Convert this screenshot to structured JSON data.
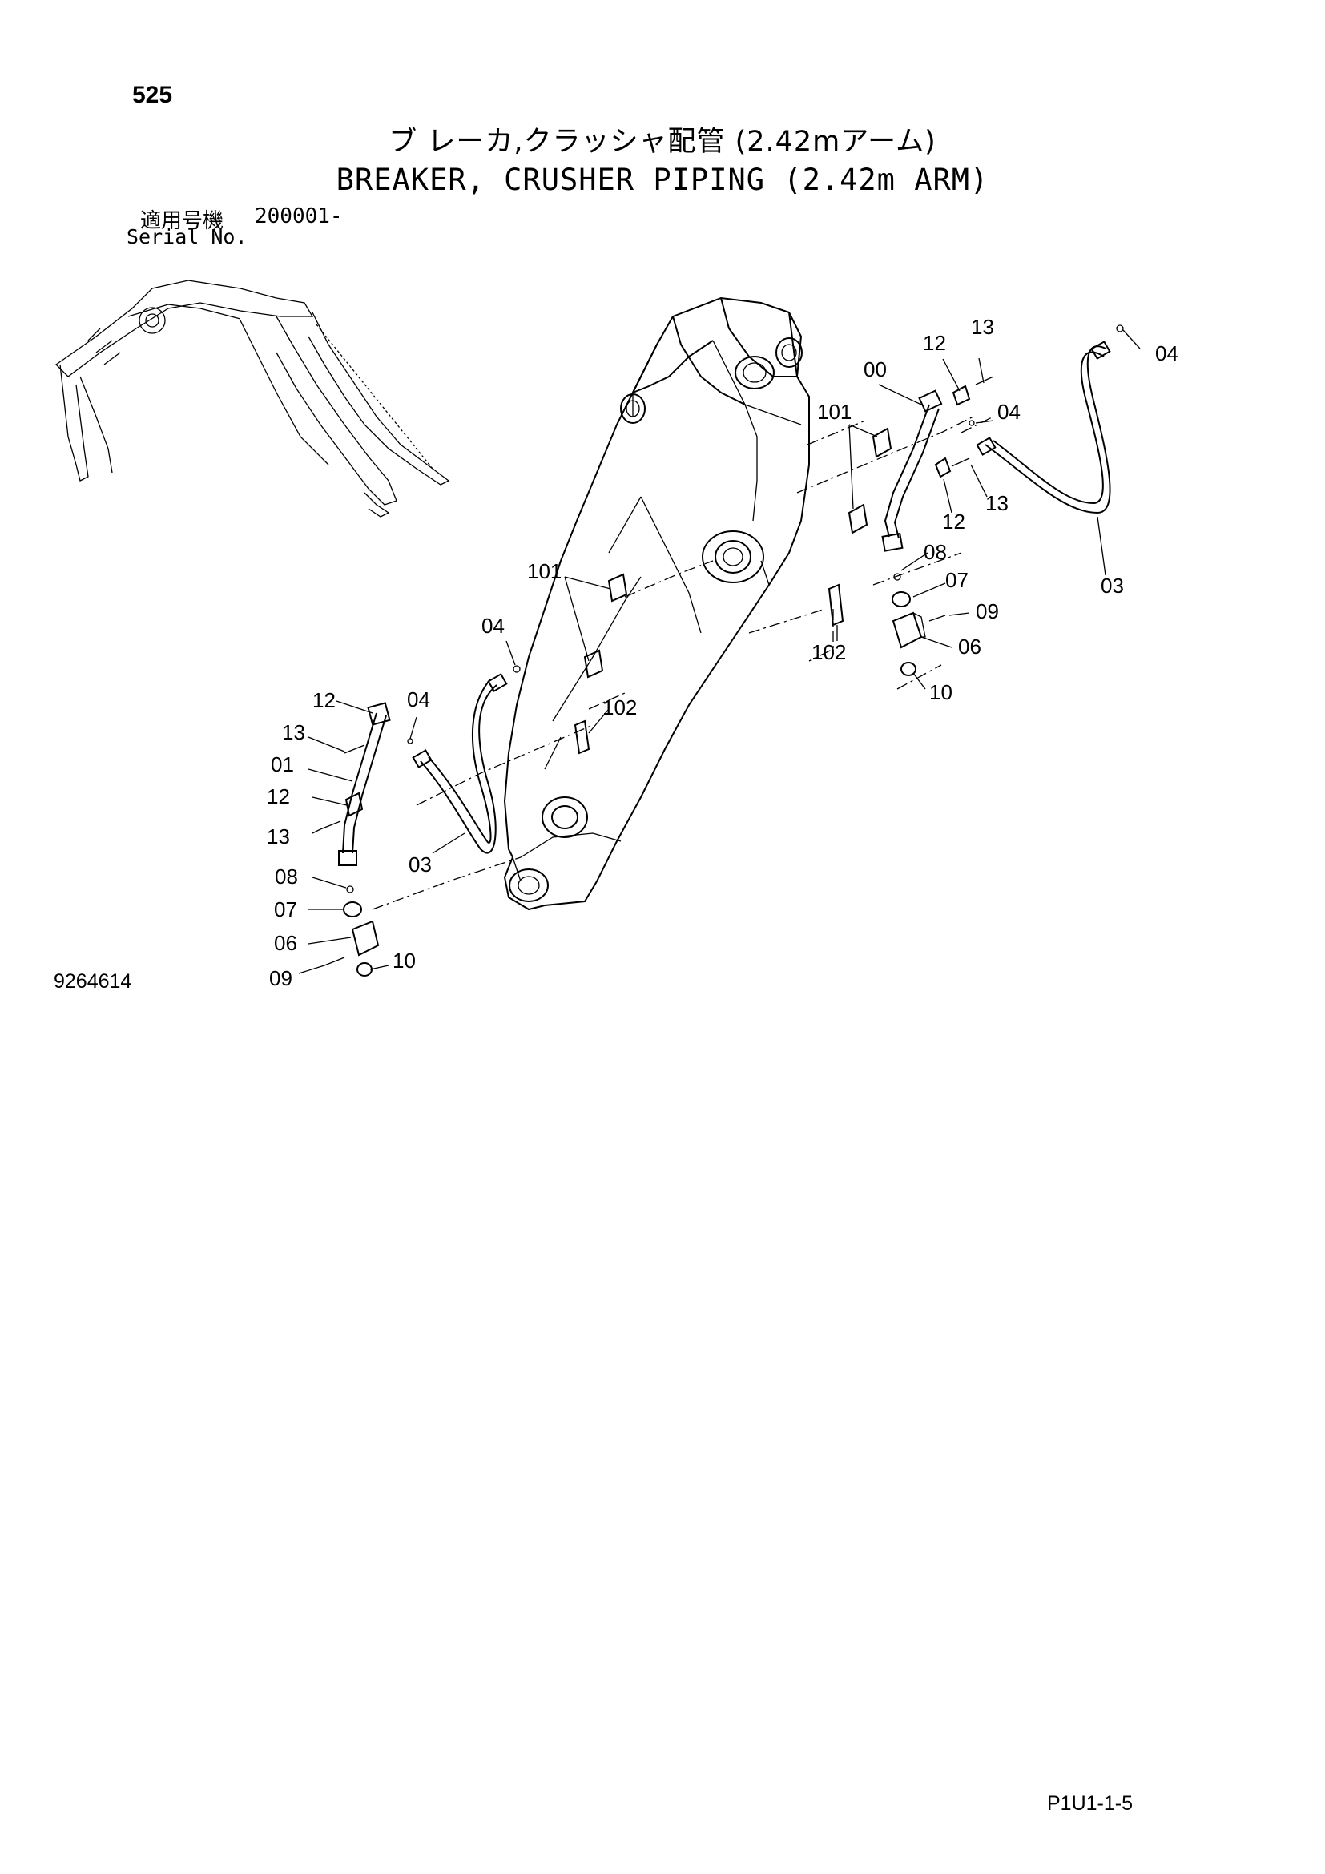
{
  "header": {
    "page_number": "525",
    "title_jp": "ブ レーカ,クラッシャ配管 (2.42mアーム)",
    "title_en": "BREAKER, CRUSHER PIPING (2.42m ARM)",
    "serial_jp": "適用号機",
    "serial_value": "200001-",
    "serial_en": "Serial No."
  },
  "footer": {
    "drawing_number": "9264614",
    "page_code": "P1U1-1-5"
  },
  "callouts": [
    {
      "id": "c-13-top",
      "label": "13"
    },
    {
      "id": "c-12-top",
      "label": "12"
    },
    {
      "id": "c-04-far-right",
      "label": "04"
    },
    {
      "id": "c-00",
      "label": "00"
    },
    {
      "id": "c-101-upper",
      "label": "101"
    },
    {
      "id": "c-04-right",
      "label": "04"
    },
    {
      "id": "c-13-right",
      "label": "13"
    },
    {
      "id": "c-12-right",
      "label": "12"
    },
    {
      "id": "c-08-right",
      "label": "08"
    },
    {
      "id": "c-07-right",
      "label": "07"
    },
    {
      "id": "c-03-right",
      "label": "03"
    },
    {
      "id": "c-09-right",
      "label": "09"
    },
    {
      "id": "c-06-right",
      "label": "06"
    },
    {
      "id": "c-102-right",
      "label": "102"
    },
    {
      "id": "c-10-right",
      "label": "10"
    },
    {
      "id": "c-101-lower",
      "label": "101"
    },
    {
      "id": "c-04-mid",
      "label": "04"
    },
    {
      "id": "c-102-left",
      "label": "102"
    },
    {
      "id": "c-12-left-top",
      "label": "12"
    },
    {
      "id": "c-04-left",
      "label": "04"
    },
    {
      "id": "c-13-left-top",
      "label": "13"
    },
    {
      "id": "c-01",
      "label": "01"
    },
    {
      "id": "c-12-left-mid",
      "label": "12"
    },
    {
      "id": "c-13-left-mid",
      "label": "13"
    },
    {
      "id": "c-03-left",
      "label": "03"
    },
    {
      "id": "c-08-left",
      "label": "08"
    },
    {
      "id": "c-07-left",
      "label": "07"
    },
    {
      "id": "c-06-left",
      "label": "06"
    },
    {
      "id": "c-10-left",
      "label": "10"
    },
    {
      "id": "c-09-left",
      "label": "09"
    }
  ]
}
